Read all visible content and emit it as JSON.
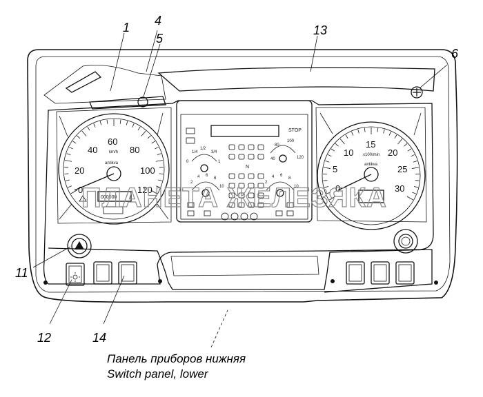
{
  "callouts": {
    "c1": "1",
    "c4": "4",
    "c5": "5",
    "c13": "13",
    "c6": "6",
    "c11": "11",
    "c12": "12",
    "c14": "14"
  },
  "caption": {
    "ru": "Панель приборов нижняя",
    "en": "Switch panel, lower"
  },
  "watermark": "ПЛАНЕТА ЖЕЛЕЗЯКА",
  "speedometer": {
    "numbers": [
      "0",
      "20",
      "40",
      "60",
      "80",
      "100",
      "120"
    ],
    "unit": "km/h",
    "brand": "antikva",
    "odometer": "000000"
  },
  "tachometer": {
    "numbers": [
      "0",
      "5",
      "10",
      "15",
      "20",
      "25",
      "30"
    ],
    "unit": "x100/min",
    "brand": "antikva"
  },
  "center": {
    "stop_label": "STOP",
    "fuel_marks": [
      "0",
      "1/4",
      "1/2",
      "3/4",
      "1"
    ],
    "temp_marks": [
      "40",
      "80",
      "100",
      "120"
    ],
    "pressure_left_marks": [
      "2",
      "4",
      "6",
      "8",
      "10"
    ],
    "pressure_right_marks": [
      "2",
      "4",
      "6",
      "8",
      "10"
    ],
    "neutral_label": "N"
  }
}
